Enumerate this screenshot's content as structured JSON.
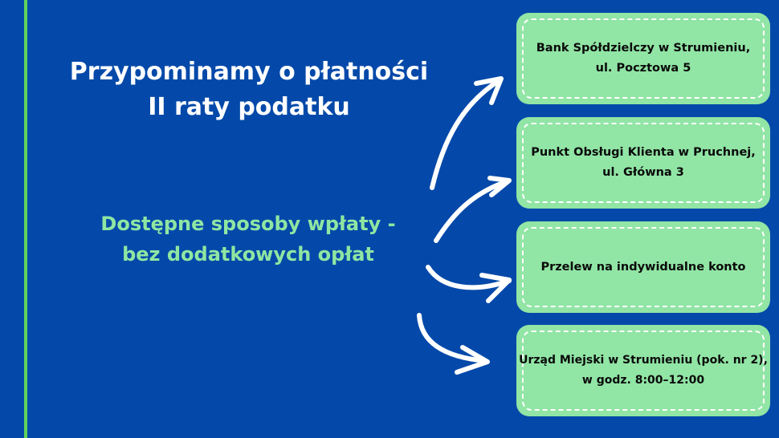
{
  "colors": {
    "background": "#0449a9",
    "accent_line": "#5fd35a",
    "title": "#ffffff",
    "subtitle": "#8fe6a2",
    "card_fill": "#91e5a5",
    "card_border": "#ffffff",
    "card_text": "#0a0a0a",
    "arrow": "#ffffff"
  },
  "title": {
    "line1": "Przypominamy o płatności",
    "line2": "II raty podatku"
  },
  "subtitle": {
    "line1": "Dostępne sposoby wpłaty -",
    "line2": "bez dodatkowych opłat"
  },
  "options": [
    {
      "line1": "Bank Spółdzielczy w Strumieniu,",
      "line2": "ul. Pocztowa 5"
    },
    {
      "line1": "Punkt Obsługi Klienta w Pruchnej,",
      "line2": "ul. Główna 3"
    },
    {
      "line1": "Przelew na indywidualne konto",
      "line2": ""
    },
    {
      "line1": "Urząd Miejski w Strumieniu (pok. nr 2),",
      "line2": "w godz. 8:00–12:00"
    }
  ],
  "icons": {
    "arrows": [
      "curved-arrow-up",
      "curved-arrow-up-right",
      "curved-arrow-right",
      "curved-arrow-down-right"
    ]
  }
}
